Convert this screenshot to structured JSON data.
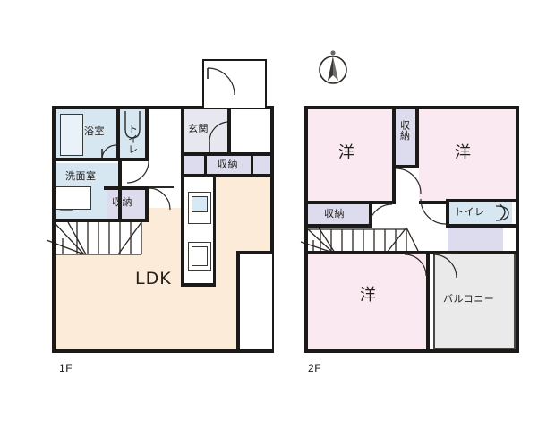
{
  "document": {
    "type": "floor-plan",
    "language": "ja",
    "background_color": "#ffffff"
  },
  "palette": {
    "ldk_fill": "#fcebd8",
    "room_fill": "#fae9f0",
    "water_fill": "#d6e7f2",
    "storage_fill": "#dcdcee",
    "entry_fill": "#e7e7ef",
    "balcony_fill": "#eaeaea",
    "wall": "#1c1a18",
    "text": "#23201d"
  },
  "compass": {
    "name": "north-arrow",
    "direction": "N"
  },
  "floors": [
    {
      "id": "1f",
      "caption": "1F",
      "rooms": [
        {
          "key": "ldk",
          "label": "LDK",
          "type": "living-dining-kitchen",
          "fill": "#fcebd8"
        },
        {
          "key": "bath",
          "label": "浴室",
          "type": "bathroom",
          "fill": "#d6e7f2"
        },
        {
          "key": "toilet",
          "label": "トイレ",
          "type": "toilet",
          "fill": "#d6e7f2"
        },
        {
          "key": "washroom",
          "label": "洗面室",
          "type": "washroom",
          "fill": "#d6e7f2"
        },
        {
          "key": "entrance",
          "label": "玄関",
          "type": "entrance",
          "fill": "#e7e7ef"
        },
        {
          "key": "storage_hall",
          "label": "収納",
          "type": "storage",
          "fill": "#dcdcee"
        },
        {
          "key": "storage_stair",
          "label": "収納",
          "type": "storage",
          "fill": "#dcdcee"
        }
      ]
    },
    {
      "id": "2f",
      "caption": "2F",
      "rooms": [
        {
          "key": "room_nw",
          "label": "洋",
          "type": "western-room",
          "fill": "#fae9f0"
        },
        {
          "key": "room_ne",
          "label": "洋",
          "type": "western-room",
          "fill": "#fae9f0"
        },
        {
          "key": "room_s",
          "label": "洋",
          "type": "western-room",
          "fill": "#fae9f0"
        },
        {
          "key": "toilet",
          "label": "トイレ",
          "type": "toilet",
          "fill": "#d6e7f2"
        },
        {
          "key": "balcony",
          "label": "バルコニー",
          "type": "balcony",
          "fill": "#eaeaea"
        },
        {
          "key": "storage_center",
          "label": "収納",
          "type": "storage",
          "fill": "#dcdcee"
        },
        {
          "key": "storage_stair",
          "label": "収納",
          "type": "storage",
          "fill": "#dcdcee"
        }
      ]
    }
  ]
}
